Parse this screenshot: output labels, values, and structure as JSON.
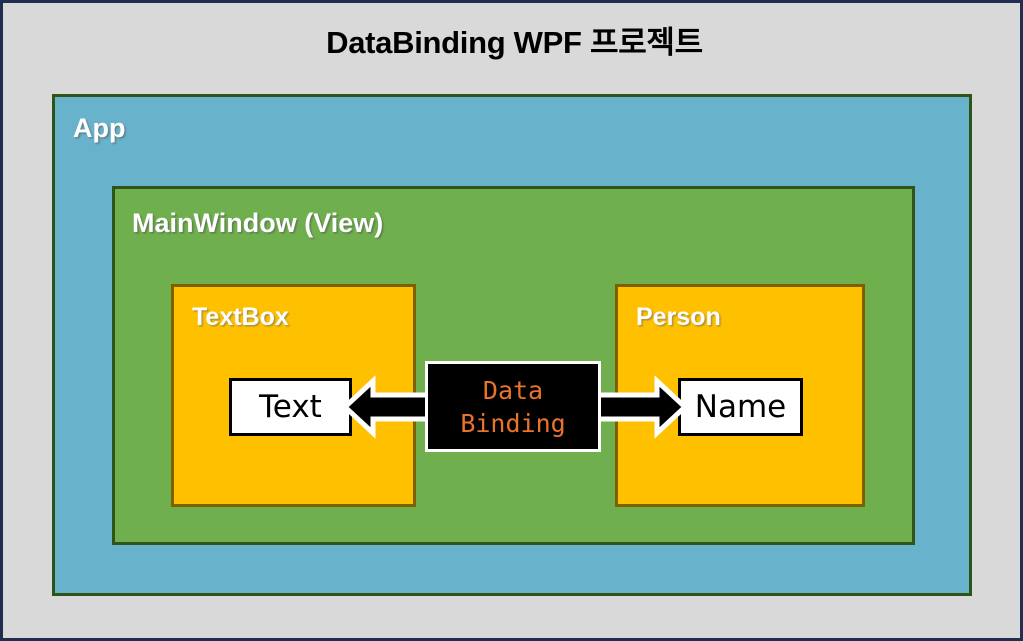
{
  "slide": {
    "title": "DataBinding WPF 프로젝트",
    "background_color": "#d9d9d9",
    "border_color": "#1f2f4d"
  },
  "diagram": {
    "type": "nested-block-diagram",
    "app": {
      "label": "App",
      "fill_color": "#68b2cb",
      "border_color": "#2f5418"
    },
    "mainwindow": {
      "label": "MainWindow (View)",
      "fill_color": "#6faf4e",
      "border_color": "#2f5418"
    },
    "textbox": {
      "label": "TextBox",
      "fill_color": "#ffc000",
      "border_color": "#7f6000",
      "property": "Text"
    },
    "person": {
      "label": "Person",
      "fill_color": "#ffc000",
      "border_color": "#7f6000",
      "property": "Name"
    },
    "binding": {
      "line1": "Data",
      "line2": "Binding",
      "fill_color": "#000000",
      "text_color": "#e8732a",
      "border_color": "#ffffff",
      "direction": "two-way",
      "arrow_left": "arrow-pointing-to-text",
      "arrow_right": "arrow-pointing-to-name"
    }
  }
}
